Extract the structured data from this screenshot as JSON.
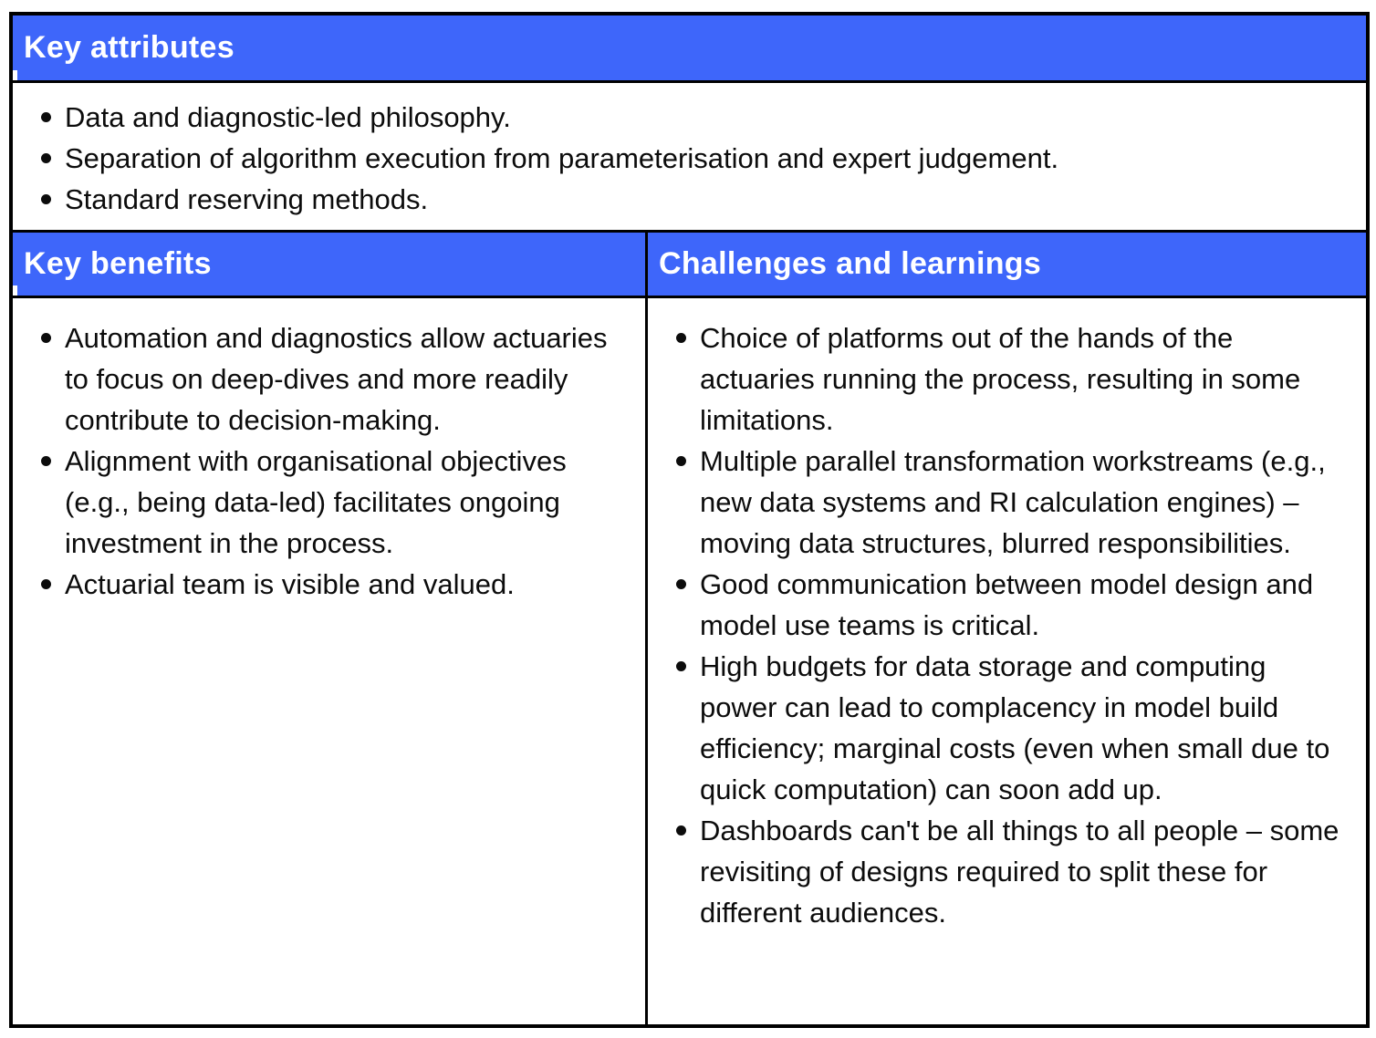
{
  "colors": {
    "header-bg": "#3E66FA",
    "header-text": "#FFFFFF",
    "body-text": "#0C0C0C",
    "border": "#000000",
    "page-bg": "#FFFFFF"
  },
  "table": {
    "attributes": {
      "title": "Key attributes",
      "items": [
        "Data and diagnostic-led philosophy.",
        "Separation of algorithm execution from parameterisation and expert judgement.",
        "Standard reserving methods."
      ]
    },
    "benefits": {
      "title": "Key benefits",
      "items": [
        "Automation and diagnostics allow actuaries to focus on deep-dives and more readily contribute to decision-making.",
        "Alignment with organisational objectives (e.g., being data-led) facilitates ongoing investment in the process.",
        "Actuarial team is visible and valued."
      ]
    },
    "challenges": {
      "title": "Challenges and learnings",
      "items": [
        "Choice of platforms out of the hands of the actuaries running the process, resulting in some limitations.",
        "Multiple parallel transformation workstreams (e.g., new data systems and RI calculation engines) – moving data structures, blurred responsibilities.",
        "Good communication between model design and model use teams is critical.",
        "High budgets for data storage and computing power can lead to complacency in model build efficiency; marginal costs (even when small due to quick computation) can soon add up.",
        "Dashboards can't be all things to all people – some revisiting of designs required to split these for different audiences."
      ]
    }
  }
}
